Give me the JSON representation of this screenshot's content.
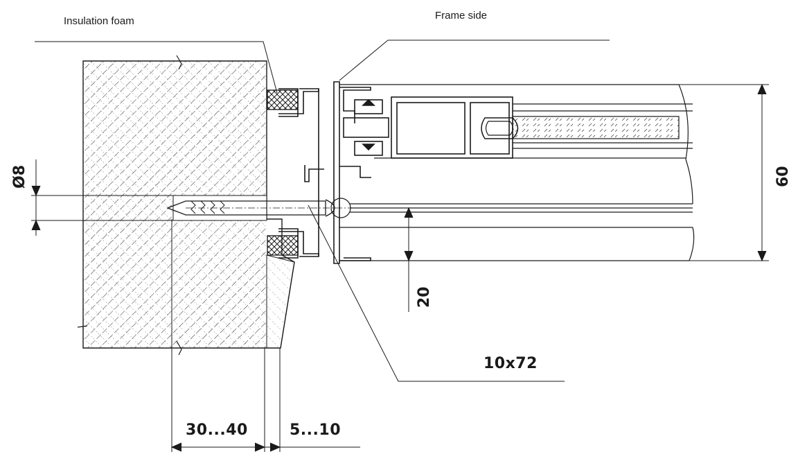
{
  "labels": {
    "insulation": "Insulation foam",
    "frame_side": "Frame side",
    "screw": "10x72",
    "dia": "Ø8",
    "height_60": "60",
    "offset_20": "20",
    "gap_30_40": "30...40",
    "gap_5_10": "5...10"
  },
  "colors": {
    "line": "#1a1a1a",
    "hatch": "#3a3a3a",
    "background": "#ffffff"
  }
}
